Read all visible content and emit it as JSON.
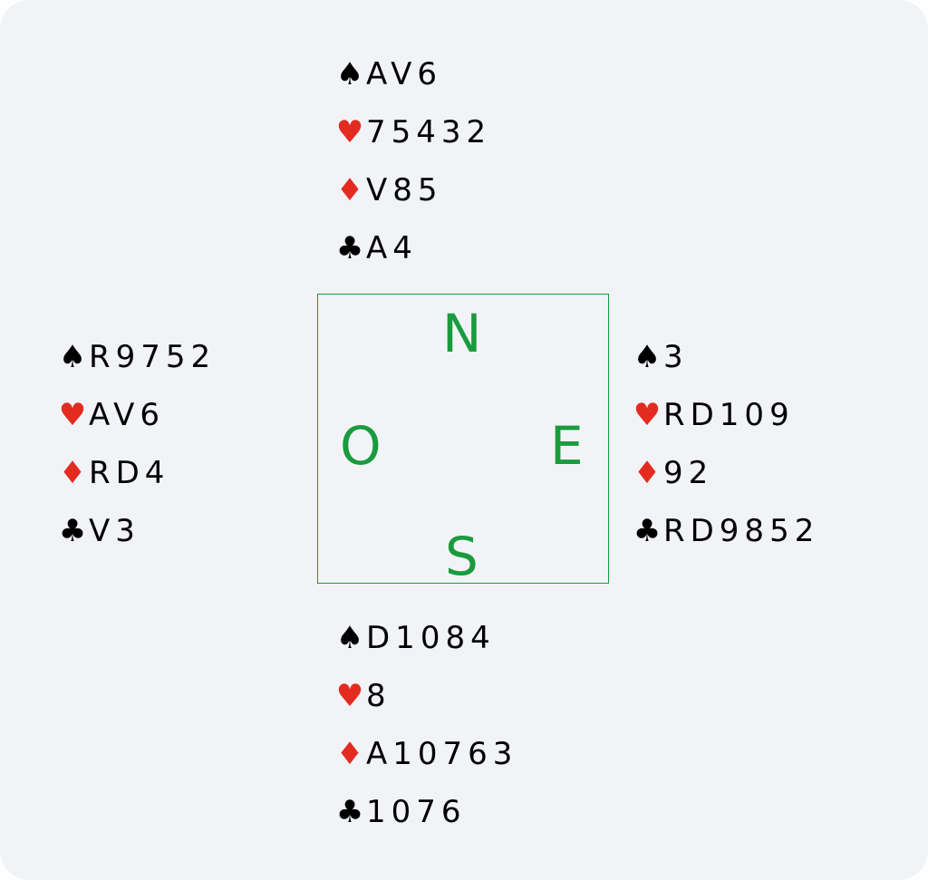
{
  "hands": {
    "north": {
      "spades": "AV6",
      "hearts": "75432",
      "diamonds": "V85",
      "clubs": "A4"
    },
    "west": {
      "spades": "R9752",
      "hearts": "AV6",
      "diamonds": "RD4",
      "clubs": "V3"
    },
    "east": {
      "spades": "3",
      "hearts": "RD109",
      "diamonds": "92",
      "clubs": "RD9852"
    },
    "south": {
      "spades": "D1084",
      "hearts": "8",
      "diamonds": "A10763",
      "clubs": "1076"
    }
  },
  "compass": {
    "north": "N",
    "west": "O",
    "east": "E",
    "south": "S"
  },
  "suits": {
    "spades": {
      "glyph": "♠",
      "icon": "spade-icon",
      "color": "#000000"
    },
    "hearts": {
      "glyph": "♥",
      "icon": "heart-icon",
      "color": "#e32b20"
    },
    "diamonds": {
      "glyph": "♦",
      "icon": "diamond-icon",
      "color": "#e32b20"
    },
    "clubs": {
      "glyph": "♣",
      "icon": "club-icon",
      "color": "#000000"
    }
  },
  "colors": {
    "compass": "#1a9b3e",
    "background": "#f2f3f7"
  }
}
